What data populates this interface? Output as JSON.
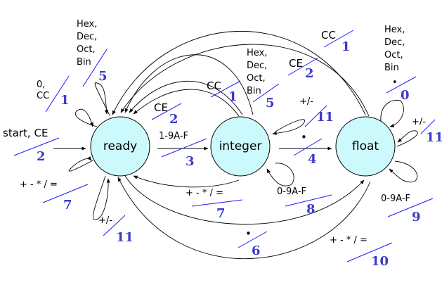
{
  "title": "Calculator state machine",
  "colors": {
    "node_fill": "#ccf9fb",
    "action_number": "#3b3bcc",
    "fraction_line": "#1a1aff"
  },
  "states": [
    {
      "id": "ready",
      "label": "ready"
    },
    {
      "id": "integer",
      "label": "integer"
    },
    {
      "id": "float",
      "label": "float"
    }
  ],
  "transitions": [
    {
      "id": "start",
      "from": "start",
      "to": "ready",
      "condition": "start, CE",
      "action": "2"
    },
    {
      "id": "ready-self-clear",
      "from": "ready",
      "to": "ready",
      "condition": "0, CC",
      "action": "1"
    },
    {
      "id": "ready-self-base",
      "from": "ready",
      "to": "ready",
      "condition": "Hex, Dec, Oct, Bin",
      "action": "5"
    },
    {
      "id": "ready-self-op",
      "from": "ready",
      "to": "ready",
      "condition": "+ - * / =",
      "action": "7"
    },
    {
      "id": "ready-self-sign",
      "from": "ready",
      "to": "ready",
      "condition": "+/-",
      "action": "11"
    },
    {
      "id": "ready-to-integer",
      "from": "ready",
      "to": "integer",
      "condition": "1-9A-F",
      "action": "3"
    },
    {
      "id": "integer-to-ready-ce",
      "from": "integer",
      "to": "ready",
      "condition": "CE",
      "action": "2"
    },
    {
      "id": "integer-to-ready-cc",
      "from": "integer",
      "to": "ready",
      "condition": "CC",
      "action": "1"
    },
    {
      "id": "integer-to-ready-base",
      "from": "integer",
      "to": "ready",
      "condition": "Hex, Dec, Oct, Bin",
      "action": "5"
    },
    {
      "id": "integer-to-ready-op",
      "from": "integer",
      "to": "ready",
      "condition": "+ - * / =",
      "action": "7"
    },
    {
      "id": "integer-self-sign",
      "from": "integer",
      "to": "integer",
      "condition": "+/-",
      "action": "11"
    },
    {
      "id": "integer-self-digit",
      "from": "integer",
      "to": "integer",
      "condition": "0-9A-F",
      "action": "8"
    },
    {
      "id": "integer-to-float",
      "from": "integer",
      "to": "float",
      "condition": "•",
      "action": "4"
    },
    {
      "id": "float-to-ready-ce",
      "from": "float",
      "to": "ready",
      "condition": "CE",
      "action": "2"
    },
    {
      "id": "float-to-ready-cc",
      "from": "float",
      "to": "ready",
      "condition": "CC",
      "action": "1"
    },
    {
      "id": "float-to-ready-op",
      "from": "float",
      "to": "ready",
      "condition": "+ - * / =",
      "action": "10"
    },
    {
      "id": "ready-to-float",
      "from": "ready",
      "to": "float",
      "condition": "•",
      "action": "6"
    },
    {
      "id": "float-self-base",
      "from": "float",
      "to": "float",
      "condition": "Hex, Dec, Oct, Bin •",
      "action": "0"
    },
    {
      "id": "float-self-sign",
      "from": "float",
      "to": "float",
      "condition": "+/-",
      "action": "11"
    },
    {
      "id": "float-self-digit",
      "from": "float",
      "to": "float",
      "condition": "0-9A-F",
      "action": "9"
    }
  ],
  "labels": {
    "start_cond": "start, CE",
    "start_act": "2",
    "r_clear_l1": "0,",
    "r_clear_l2": "CC",
    "r_clear_act": "1",
    "r_base_l1": "Hex,",
    "r_base_l2": "Dec,",
    "r_base_l3": "Oct,",
    "r_base_l4": "Bin",
    "r_base_act": "5",
    "r_op_cond": "+ - * / =",
    "r_op_act": "7",
    "r_sign_cond": "+/-",
    "r_sign_act": "11",
    "r2i_cond": "1-9A-F",
    "r2i_act": "3",
    "i2r_ce_cond": "CE",
    "i2r_ce_act": "2",
    "i2r_cc_cond": "CC",
    "i2r_cc_act": "1",
    "i2r_base_l1": "Hex,",
    "i2r_base_l2": "Dec,",
    "i2r_base_l3": "Oct,",
    "i2r_base_l4": "Bin",
    "i2r_base_act": "5",
    "i2r_op_cond": "+ - * / =",
    "i2r_op_act": "7",
    "i_sign_cond": "+/-",
    "i_sign_act": "11",
    "i_digit_cond": "0-9A-F",
    "i_digit_act": "8",
    "i2f_cond": "•",
    "i2f_act": "4",
    "f2r_ce_cond": "CE",
    "f2r_ce_act": "2",
    "f2r_cc_cond": "CC",
    "f2r_cc_act": "1",
    "f2r_op_cond": "+ - * / =",
    "f2r_op_act": "10",
    "r2f_cond": "•",
    "r2f_act": "6",
    "f_base_l1": "Hex,",
    "f_base_l2": "Dec,",
    "f_base_l3": "Oct,",
    "f_base_l4": "Bin",
    "f_base_l5": "•",
    "f_base_act": "0",
    "f_sign_cond": "+/-",
    "f_sign_act": "11",
    "f_digit_cond": "0-9A-F",
    "f_digit_act": "9"
  }
}
